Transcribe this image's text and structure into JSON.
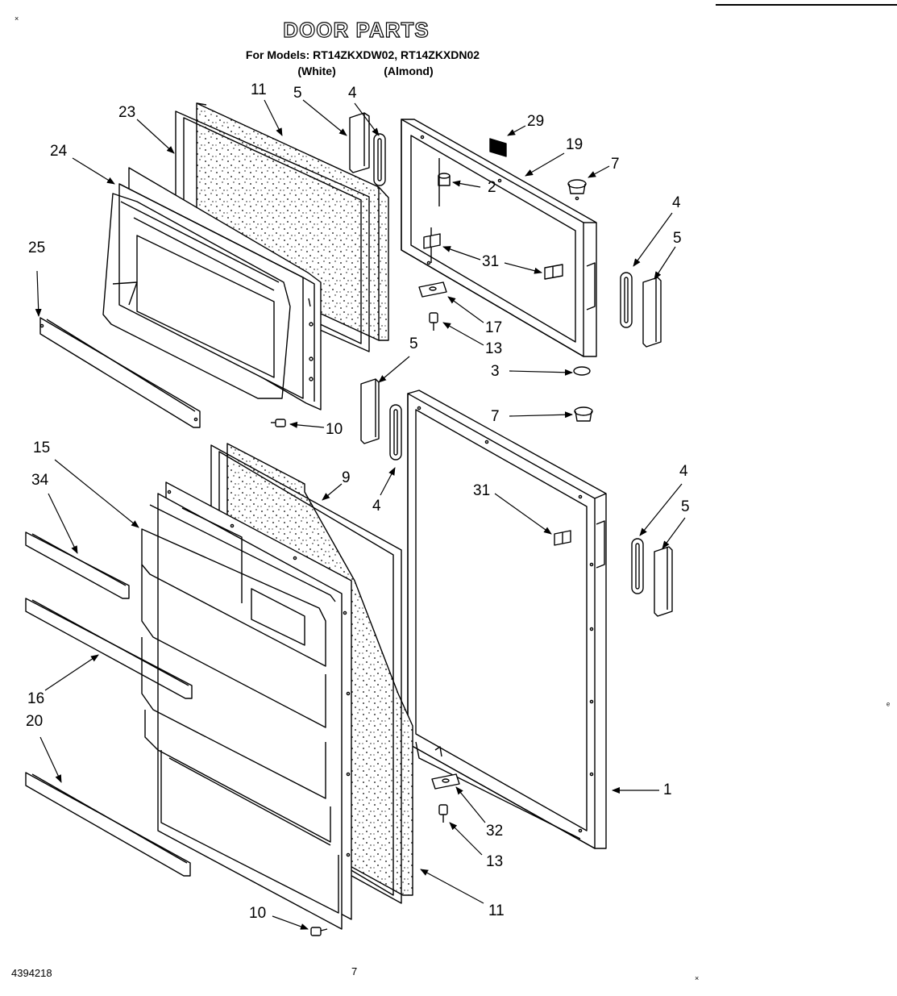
{
  "header": {
    "title": "DOOR PARTS",
    "models": "For Models: RT14ZKXDW02, RT14ZKXDN02",
    "color_1": "(White)",
    "color_2": "(Almond)"
  },
  "callouts": [
    {
      "id": "c11a",
      "text": "11"
    },
    {
      "id": "c5a",
      "text": "5"
    },
    {
      "id": "c4a",
      "text": "4"
    },
    {
      "id": "c23",
      "text": "23"
    },
    {
      "id": "c24",
      "text": "24"
    },
    {
      "id": "c25",
      "text": "25"
    },
    {
      "id": "c29",
      "text": "29"
    },
    {
      "id": "c19",
      "text": "19"
    },
    {
      "id": "c7a",
      "text": "7"
    },
    {
      "id": "c2",
      "text": "2"
    },
    {
      "id": "c4b",
      "text": "4"
    },
    {
      "id": "c5b",
      "text": "5"
    },
    {
      "id": "c31a",
      "text": "31"
    },
    {
      "id": "c17",
      "text": "17"
    },
    {
      "id": "c13a",
      "text": "13"
    },
    {
      "id": "c5c",
      "text": "5"
    },
    {
      "id": "c3",
      "text": "3"
    },
    {
      "id": "c10a",
      "text": "10"
    },
    {
      "id": "c7b",
      "text": "7"
    },
    {
      "id": "c15",
      "text": "15"
    },
    {
      "id": "c9",
      "text": "9"
    },
    {
      "id": "c34",
      "text": "34"
    },
    {
      "id": "c4c",
      "text": "4"
    },
    {
      "id": "c31b",
      "text": "31"
    },
    {
      "id": "c4d",
      "text": "4"
    },
    {
      "id": "c5d",
      "text": "5"
    },
    {
      "id": "c16",
      "text": "16"
    },
    {
      "id": "c20",
      "text": "20"
    },
    {
      "id": "c1",
      "text": "1"
    },
    {
      "id": "c32",
      "text": "32"
    },
    {
      "id": "c13b",
      "text": "13"
    },
    {
      "id": "c10b",
      "text": "10"
    },
    {
      "id": "c11b",
      "text": "11"
    }
  ],
  "footer": {
    "doc_number": "4394218",
    "page_number": "7"
  }
}
